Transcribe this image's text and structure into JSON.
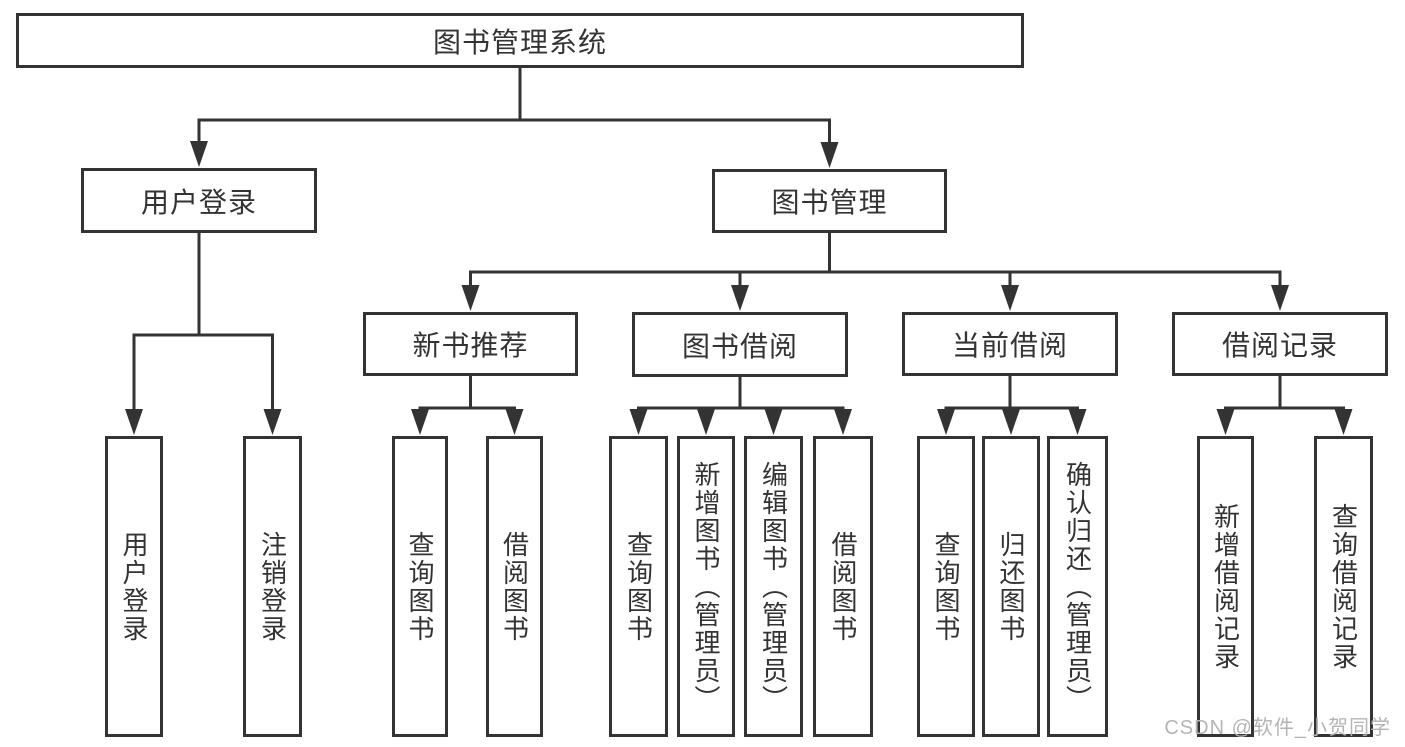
{
  "diagram": {
    "title": "图书管理系统",
    "type": "hierarchy-tree",
    "colors": {
      "border": "#333333",
      "line": "#333333",
      "text": "#333333",
      "background": "#ffffff"
    },
    "nodes": [
      {
        "id": "root",
        "label": "图书管理系统",
        "parent": null,
        "orientation": "horizontal",
        "level": 1
      },
      {
        "id": "user-login",
        "label": "用户登录",
        "parent": "root",
        "orientation": "horizontal",
        "level": 2
      },
      {
        "id": "book-mgmt",
        "label": "图书管理",
        "parent": "root",
        "orientation": "horizontal",
        "level": 2
      },
      {
        "id": "new-book-rec",
        "label": "新书推荐",
        "parent": "book-mgmt",
        "orientation": "horizontal",
        "level": 3
      },
      {
        "id": "book-borrow",
        "label": "图书借阅",
        "parent": "book-mgmt",
        "orientation": "horizontal",
        "level": 3
      },
      {
        "id": "current-borrow",
        "label": "当前借阅",
        "parent": "book-mgmt",
        "orientation": "horizontal",
        "level": 3
      },
      {
        "id": "borrow-records",
        "label": "借阅记录",
        "parent": "book-mgmt",
        "orientation": "horizontal",
        "level": 3
      },
      {
        "id": "login",
        "label": "用户登录",
        "parent": "user-login",
        "orientation": "vertical",
        "level": 4
      },
      {
        "id": "logout",
        "label": "注销登录",
        "parent": "user-login",
        "orientation": "vertical",
        "level": 4
      },
      {
        "id": "rec-query-book",
        "label": "查询图书",
        "parent": "new-book-rec",
        "orientation": "vertical",
        "level": 4
      },
      {
        "id": "rec-borrow-book",
        "label": "借阅图书",
        "parent": "new-book-rec",
        "orientation": "vertical",
        "level": 4
      },
      {
        "id": "bb-query-book",
        "label": "查询图书",
        "parent": "book-borrow",
        "orientation": "vertical",
        "level": 4
      },
      {
        "id": "bb-add-book",
        "label": "新增图书（管理员）",
        "parent": "book-borrow",
        "orientation": "vertical",
        "level": 4
      },
      {
        "id": "bb-edit-book",
        "label": "编辑图书（管理员）",
        "parent": "book-borrow",
        "orientation": "vertical",
        "level": 4
      },
      {
        "id": "bb-borrow-book",
        "label": "借阅图书",
        "parent": "book-borrow",
        "orientation": "vertical",
        "level": 4
      },
      {
        "id": "cb-query-book",
        "label": "查询图书",
        "parent": "current-borrow",
        "orientation": "vertical",
        "level": 4
      },
      {
        "id": "cb-return-book",
        "label": "归还图书",
        "parent": "current-borrow",
        "orientation": "vertical",
        "level": 4
      },
      {
        "id": "cb-confirm-return",
        "label": "确认归还（管理员）",
        "parent": "current-borrow",
        "orientation": "vertical",
        "level": 4
      },
      {
        "id": "br-add-record",
        "label": "新增借阅记录",
        "parent": "borrow-records",
        "orientation": "vertical",
        "level": 4
      },
      {
        "id": "br-query-record",
        "label": "查询借阅记录",
        "parent": "borrow-records",
        "orientation": "vertical",
        "level": 4
      }
    ]
  },
  "watermark": {
    "text": "CSDN @软件_小贺同学",
    "color": "#b4b4b4"
  }
}
